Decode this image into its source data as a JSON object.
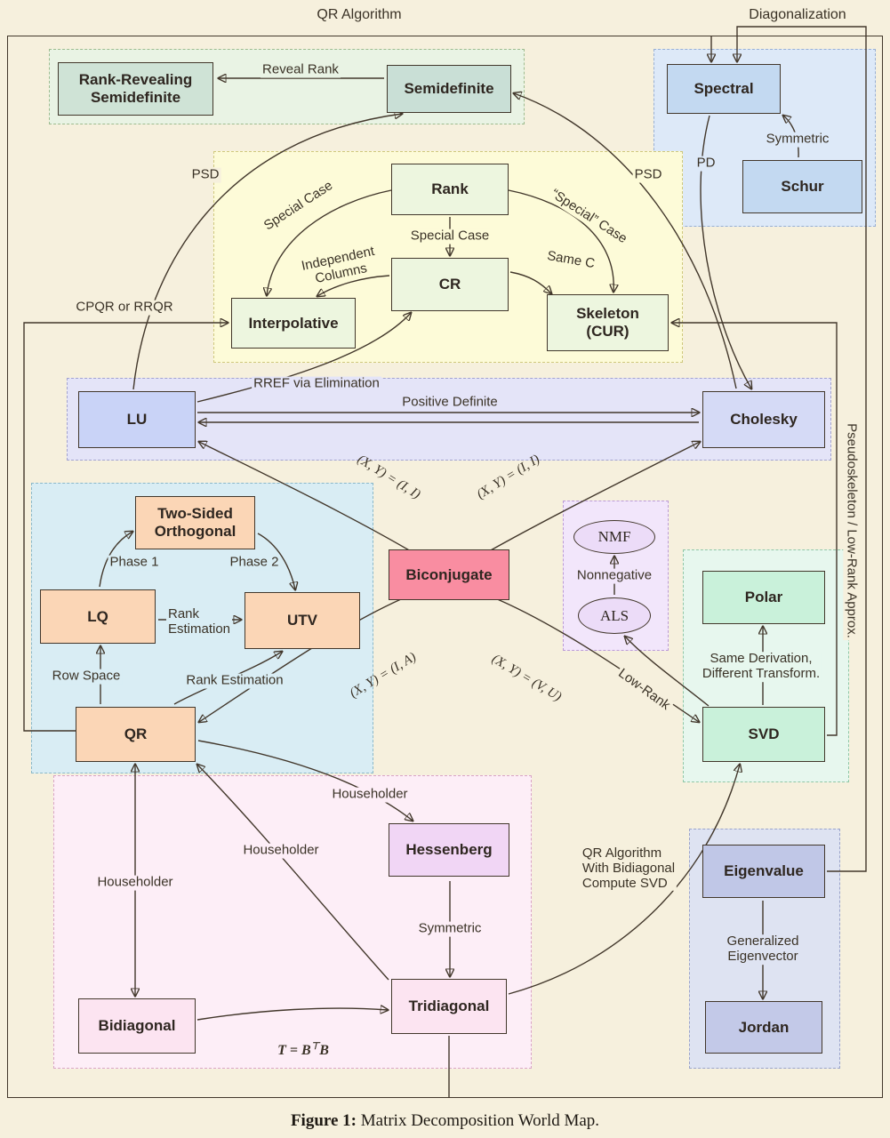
{
  "palette": {
    "background": "#f6f0dd",
    "line": "#42372b",
    "region_green": "#e9f3e4",
    "region_blue": "#dde9f8",
    "region_yellow": "#fdfbd8",
    "region_lavender": "#e4e4f8",
    "region_cyan": "#d9edf4",
    "region_purple": "#f2e6fb",
    "region_mint": "#e7f7ee",
    "region_pink": "#fdeef7",
    "region_grayblue": "#dee3f2",
    "node_sage": "#cfe3d6",
    "node_blue": "#c3d9f1",
    "node_palegreen": "#edf6df",
    "node_periwinkle": "#c9d3f7",
    "node_peach": "#fbd6b6",
    "node_pinkred": "#f98da1",
    "node_lilac": "#ecdcf8",
    "node_mint": "#c9f1da",
    "node_grayblue": "#c0c7e7",
    "node_violet": "#f1d6f5",
    "node_pink": "#fce4f1"
  },
  "top_labels": {
    "qr_algorithm": "QR Algorithm",
    "diagonalization": "Diagonalization"
  },
  "nodes": {
    "rank_revealing": {
      "line1": "Rank-Revealing",
      "line2": "Semidefinite"
    },
    "semidefinite": {
      "label": "Semidefinite"
    },
    "spectral": {
      "label": "Spectral"
    },
    "schur": {
      "label": "Schur"
    },
    "rank": {
      "label": "Rank"
    },
    "cr": {
      "label": "CR"
    },
    "interpolative": {
      "label": "Interpolative"
    },
    "skeleton": {
      "line1": "Skeleton",
      "line2": "(CUR)"
    },
    "lu": {
      "label": "LU"
    },
    "cholesky": {
      "label": "Cholesky"
    },
    "two_sided": {
      "line1": "Two-Sided",
      "line2": "Orthogonal"
    },
    "lq": {
      "label": "LQ"
    },
    "utv": {
      "label": "UTV"
    },
    "qr": {
      "label": "QR"
    },
    "biconjugate": {
      "label": "Biconjugate"
    },
    "nmf": {
      "label": "NMF"
    },
    "als": {
      "label": "ALS"
    },
    "polar": {
      "label": "Polar"
    },
    "svd": {
      "label": "SVD"
    },
    "eigenvalue": {
      "label": "Eigenvalue"
    },
    "jordan": {
      "label": "Jordan"
    },
    "hessenberg": {
      "label": "Hessenberg"
    },
    "tridiagonal": {
      "label": "Tridiagonal"
    },
    "bidiagonal": {
      "label": "Bidiagonal"
    }
  },
  "edge_labels": {
    "reveal_rank": "Reveal Rank",
    "symmetric_schur": "Symmetric",
    "pd": "PD",
    "psd_left": "PSD",
    "psd_right": "PSD",
    "special_case_left": "Special Case",
    "special_case_right": "“Special” Case",
    "special_case_mid": "Special Case",
    "independent_columns_1": "Independent",
    "independent_columns_2": "Columns",
    "same_c": "Same C",
    "cpqr": "CPQR or RRQR",
    "rref": "RREF via Elimination",
    "positive_definite": "Positive Definite",
    "pseudoskeleton": "Pseudoskeleton / Low-Rank Approx.",
    "xy_ii_left": "(X, Y) = (I, I)",
    "xy_ii_right": "(X, Y) = (I, I)",
    "xy_ia": "(X, Y) = (I, A)",
    "xy_vu": "(X, Y) = (V, U)",
    "phase1": "Phase 1",
    "phase2": "Phase 2",
    "rank_estimation_1a": "Rank",
    "rank_estimation_1b": "Estimation",
    "row_space": "Row Space",
    "rank_estimation_2": "Rank Estimation",
    "nonnegative": "Nonnegative",
    "low_rank": "Low-Rank",
    "same_derivation_1": "Same Derivation,",
    "same_derivation_2": "Different Transform.",
    "householder_qr_hessenberg": "Householder",
    "householder_tridiagonal_qr": "Householder",
    "householder_qr_bidiagonal": "Householder",
    "qr_bidiag_1": "QR Algorithm",
    "qr_bidiag_2": "With Bidiagonal",
    "qr_bidiag_3": "Compute SVD",
    "symmetric_tridiagonal": "Symmetric",
    "generalized_1": "Generalized",
    "generalized_2": "Eigenvector",
    "t_btb_main": "T = B",
    "t_btb_sup": "⊤",
    "t_btb_tail": "B"
  },
  "caption": {
    "prefix": "Figure 1:",
    "text": " Matrix Decomposition World Map."
  }
}
